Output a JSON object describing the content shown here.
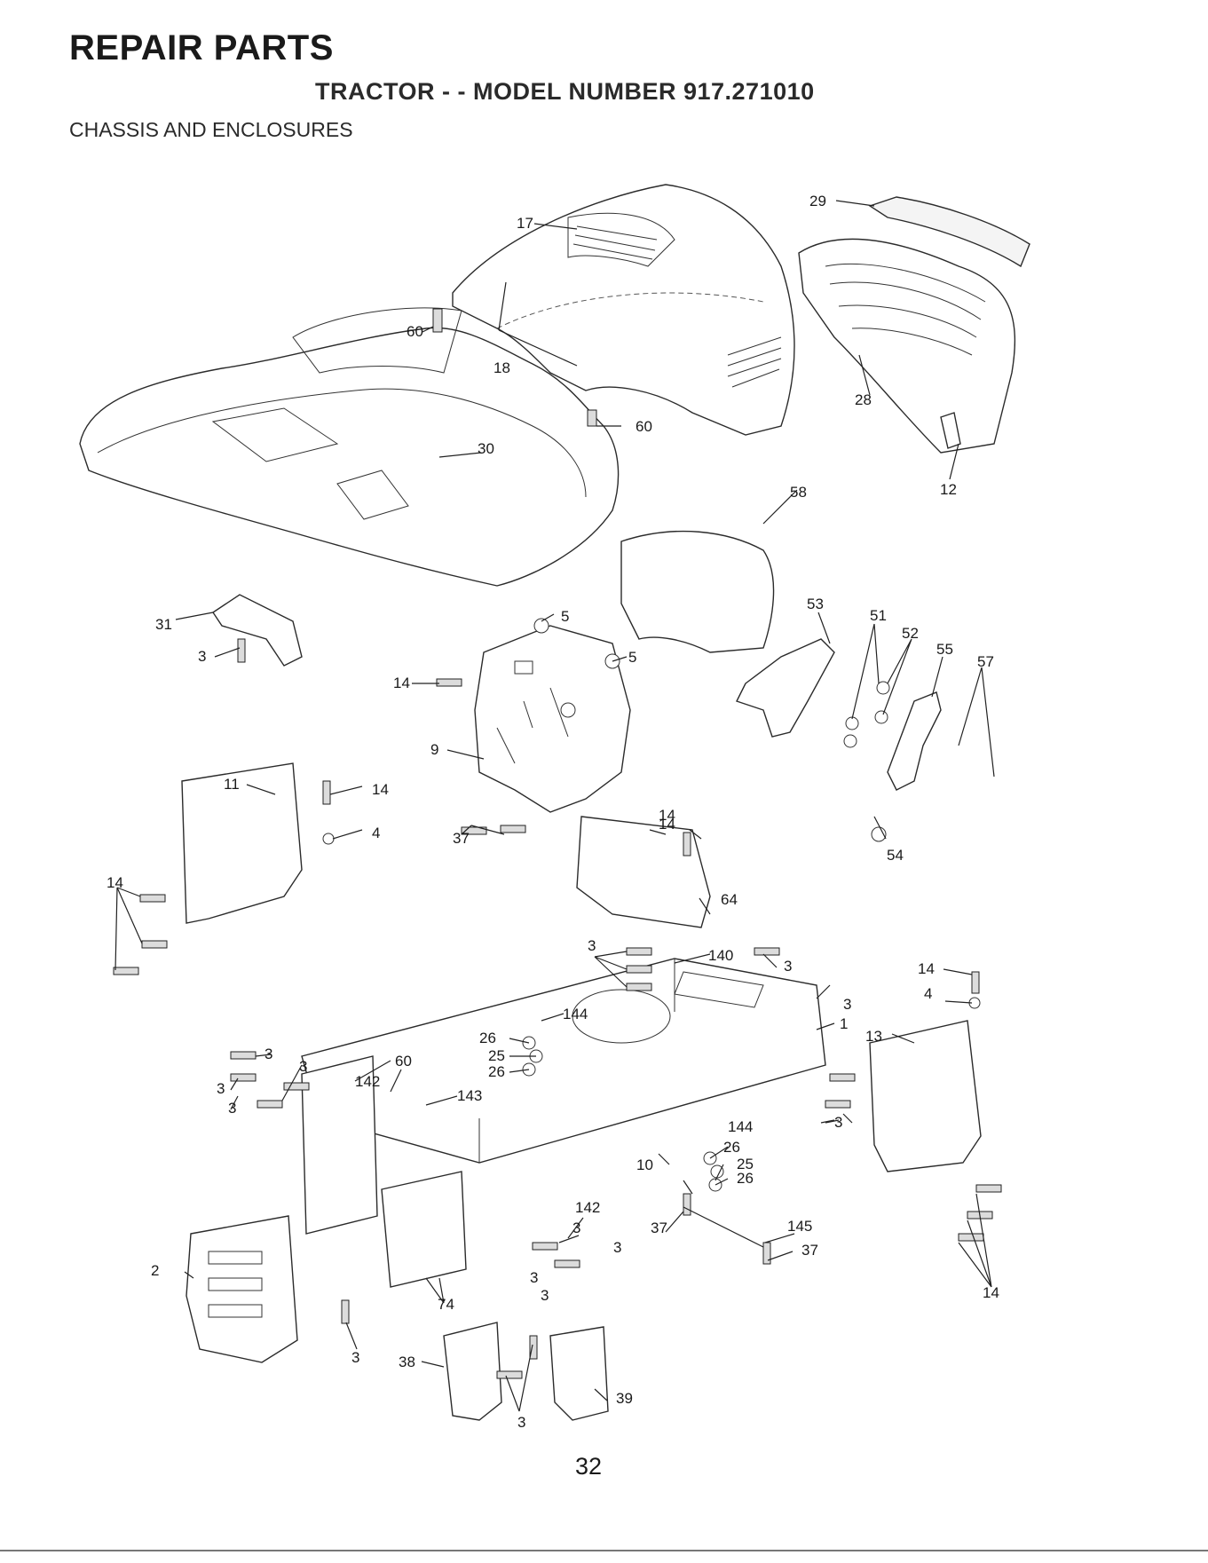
{
  "header": {
    "title": "REPAIR PARTS",
    "subtitle": "TRACTOR - - MODEL NUMBER 917.271010",
    "section": "CHASSIS AND ENCLOSURES"
  },
  "footer": {
    "page_number": "32"
  },
  "callouts": {
    "c17": "17",
    "c29": "29",
    "c60a": "60",
    "c18": "18",
    "c28": "28",
    "c60b": "60",
    "c30": "30",
    "c12": "12",
    "c58": "58",
    "c53": "53",
    "c51": "51",
    "c52": "52",
    "c55": "55",
    "c57": "57",
    "c31": "31",
    "c5a": "5",
    "c5b": "5",
    "c3a": "3",
    "c14a": "14",
    "c9": "9",
    "c54": "54",
    "c14b": "14",
    "c11": "11",
    "c14c": "14",
    "c4a": "4",
    "c14d": "14",
    "c37a": "37",
    "c14e": "14",
    "c64": "64",
    "c3b": "3",
    "c140": "140",
    "c3c": "3",
    "c14f": "14",
    "c3d": "3",
    "c4b": "4",
    "c144a": "144",
    "c1": "1",
    "c13": "13",
    "c26a": "26",
    "c25a": "25",
    "c26b": "26",
    "c3e": "3",
    "c3f": "3",
    "c60c": "60",
    "c142a": "142",
    "c143": "143",
    "c3g": "3",
    "c3h": "3",
    "c3i": "3",
    "c144b": "144",
    "c26c": "26",
    "c10": "10",
    "c25b": "25",
    "c26d": "26",
    "c142b": "142",
    "c3j": "3",
    "c37b": "37",
    "c145": "145",
    "c3k": "3",
    "c37c": "37",
    "c2": "2",
    "c3l": "3",
    "c3m": "3",
    "c74": "74",
    "c14g": "14",
    "c3n": "3",
    "c38": "38",
    "c39": "39",
    "c3o": "3"
  }
}
